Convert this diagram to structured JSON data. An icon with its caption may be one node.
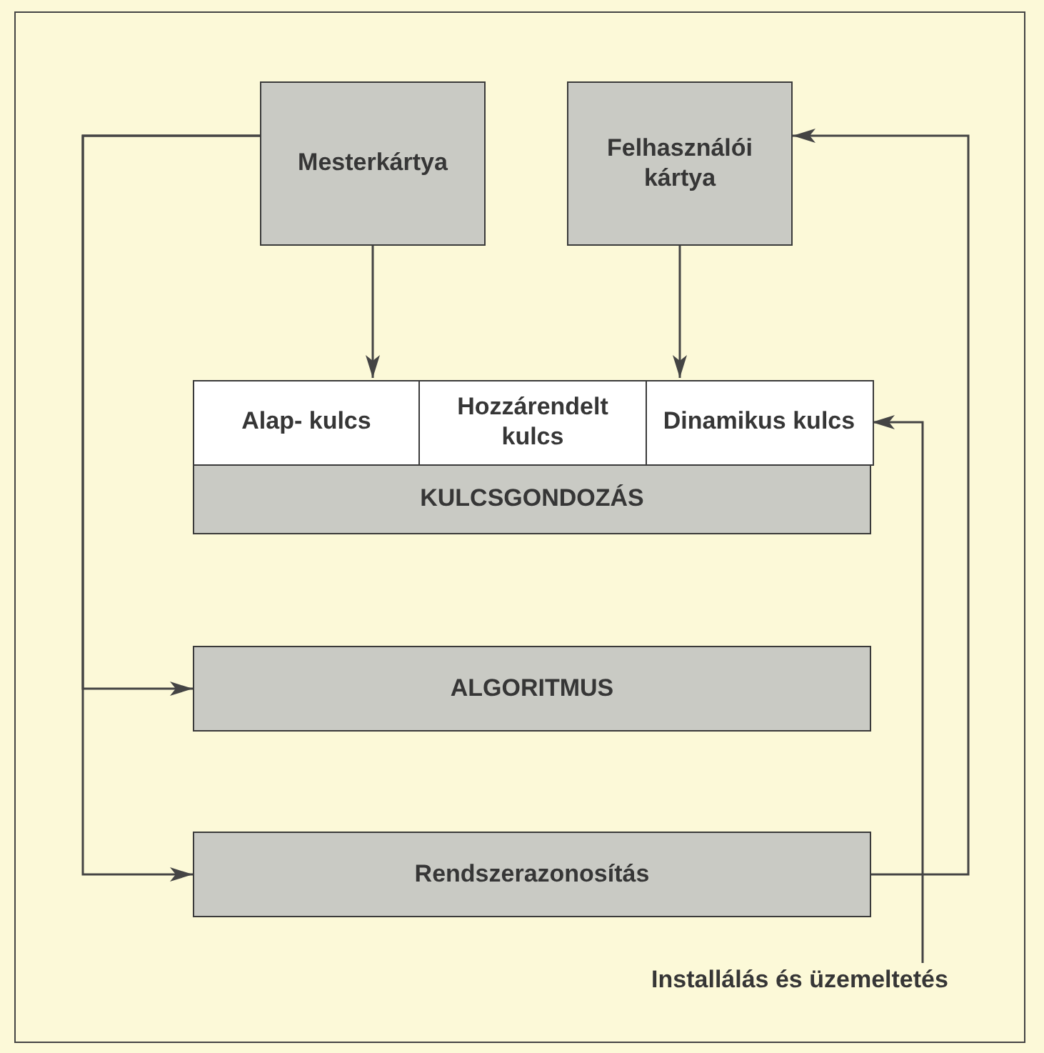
{
  "diagram": {
    "nodes": [
      {
        "text": [
          "Mesterkártya"
        ]
      },
      {
        "text": [
          "Felhasználói kártya"
        ]
      },
      {
        "text": [
          "KULCSGONDOZÁS"
        ]
      },
      {
        "text": [
          "Alap- kulcs"
        ],
        "in": 2
      },
      {
        "text": [
          "Hozzárendelt kulcs"
        ],
        "in": 2
      },
      {
        "text": [
          "Dinamikus kulcs"
        ],
        "in": 2
      },
      {
        "text": [
          "ALGORITMUS"
        ]
      },
      {
        "text": [
          "Rendszerazonosítás"
        ]
      },
      {
        "text": [
          "Installálás és üzemeltetés"
        ]
      }
    ],
    "edges": [
      {
        "from": 0,
        "to": 3,
        "arrow": "to"
      },
      {
        "from": 1,
        "to": 4,
        "arrow": "to"
      },
      {
        "from": 0,
        "to": 6,
        "arrow": "to"
      },
      {
        "from": 0,
        "to": 7,
        "arrow": "to"
      },
      {
        "from": 7,
        "to": 1,
        "arrow": "to"
      },
      {
        "from": 8,
        "to": 5,
        "arrow": "to"
      }
    ]
  }
}
